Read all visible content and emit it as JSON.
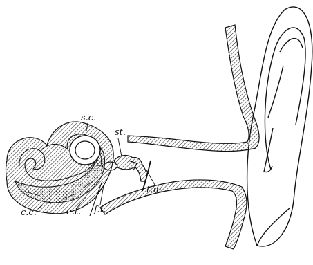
{
  "labels": {
    "semicircular_canals": "s.c.",
    "stapes": "st.",
    "cochlear_canal": "c.c.",
    "eustachian_tube": "e.t.",
    "fenestra_rotunda": "f.r.",
    "tympanic_membrane": "t.m."
  },
  "colors": {
    "ink": "#111111",
    "paper": "#ffffff"
  }
}
